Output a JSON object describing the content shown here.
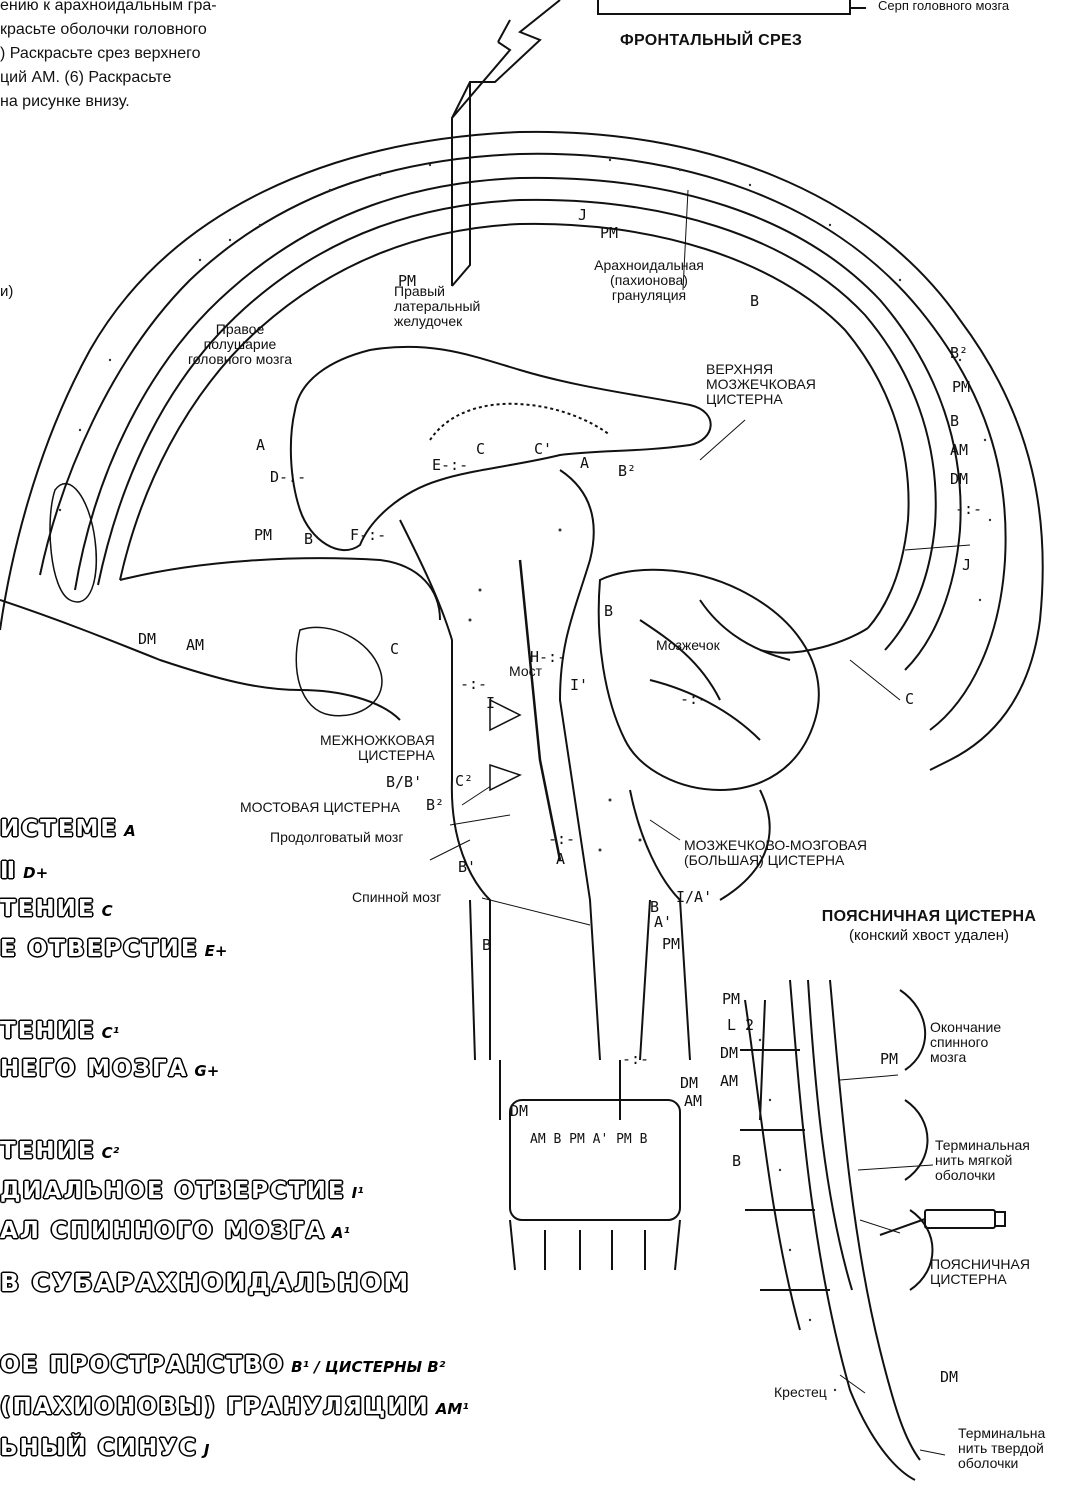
{
  "intro_lines": [
    "ению к арахноидальным гра-",
    "красьте оболочки головного",
    ") Раскрасьте срез верхнего",
    "ций АМ. (6) Раскрасьте",
    "на рисунке внизу."
  ],
  "stray_text": "и)",
  "frontal": {
    "caption": "Серп головного мозга",
    "title": "ФРОНТАЛЬНЫЙ СРЕЗ"
  },
  "labels": {
    "arachnoid_granulation": [
      "Арахноидальная",
      "(пахионова)",
      "грануляция"
    ],
    "right_lateral_ventricle": [
      "Правый",
      "латеральный",
      "желудочек"
    ],
    "right_hemisphere": [
      "Правое",
      "полушарие",
      "головного мозга"
    ],
    "superior_cerebellar_cistern": [
      "ВЕРХНЯЯ",
      "МОЗЖЕЧКОВАЯ",
      "ЦИСТЕРНА"
    ],
    "pons": "Мост",
    "cerebellum": "Мозжечок",
    "interpeduncular_cistern": [
      "МЕЖНОЖКОВАЯ",
      "ЦИСТЕРНА"
    ],
    "pontine_cistern": "МОСТОВАЯ ЦИСТЕРНА",
    "medulla": "Продолговатый мозг",
    "cisterna_magna": [
      "МОЗЖЕЧКОВО-МОЗГОВАЯ",
      "(БОЛЬШАЯ) ЦИСТЕРНА"
    ],
    "spinal_cord": "Спинной мозг"
  },
  "letters": {
    "PM": "PM",
    "J": "J",
    "B": "B",
    "B2": "B²",
    "AM": "AM",
    "DM": "DM",
    "A": "A",
    "C": "C",
    "C1": "C'",
    "C2": "C²",
    "D": "D-:-",
    "E": "E-:-",
    "F": "F-:-",
    "H": "H-:-",
    "I": "I",
    "I1": "I'",
    "B1": "B'",
    "BB1": "B/B'",
    "IA1": "I/A'",
    "A1": "A'",
    "L2": "L 2",
    "star": "-:-",
    "AMB": "AM B PM A' PM B"
  },
  "lumbar": {
    "title": "ПОЯСНИЧНАЯ ЦИСТЕРНА",
    "subtitle": "(конский хвост удален)",
    "conus": [
      "Окончание",
      "спинного",
      "мозга"
    ],
    "filum_pia": [
      "Терминальная",
      "нить мягкой",
      "оболочки"
    ],
    "cistern": [
      "ПОЯСНИЧНАЯ",
      "ЦИСТЕРНА"
    ],
    "sacrum": "Крестец",
    "filum_dura": [
      "Терминальна",
      "нить твердой",
      "оболочки"
    ]
  },
  "legend": [
    {
      "text": "ИСТЕМЕ",
      "code": "A"
    },
    {
      "text": "Ⅱ",
      "code": "D+"
    },
    {
      "text": "ТЕНИЕ",
      "code": "C"
    },
    {
      "text": "Е ОТВЕРСТИЕ",
      "code": "E+"
    },
    {
      "text": "ТЕНИЕ",
      "code": "C¹"
    },
    {
      "text": "НЕГО МОЗГА",
      "code": "G+"
    },
    {
      "text": "ТЕНИЕ",
      "code": "C²"
    },
    {
      "text": "ДИАЛЬНОЕ ОТВЕРСТИЕ",
      "code": "I¹"
    },
    {
      "text": "АЛ СПИННОГО МОЗГА",
      "code": "A¹"
    },
    {
      "text": "В СУБАРАХНОИДАЛЬНОМ",
      "code": ""
    },
    {
      "text": "ОЕ ПРОСТРАНСТВО",
      "code": "B¹ / ЦИСТЕРНЫ B²"
    },
    {
      "text": "(ПАХИОНОВЫ) ГРАНУЛЯЦИИ",
      "code": "AM¹"
    },
    {
      "text": "ЬНЫЙ СИНУС",
      "code": "J"
    }
  ]
}
